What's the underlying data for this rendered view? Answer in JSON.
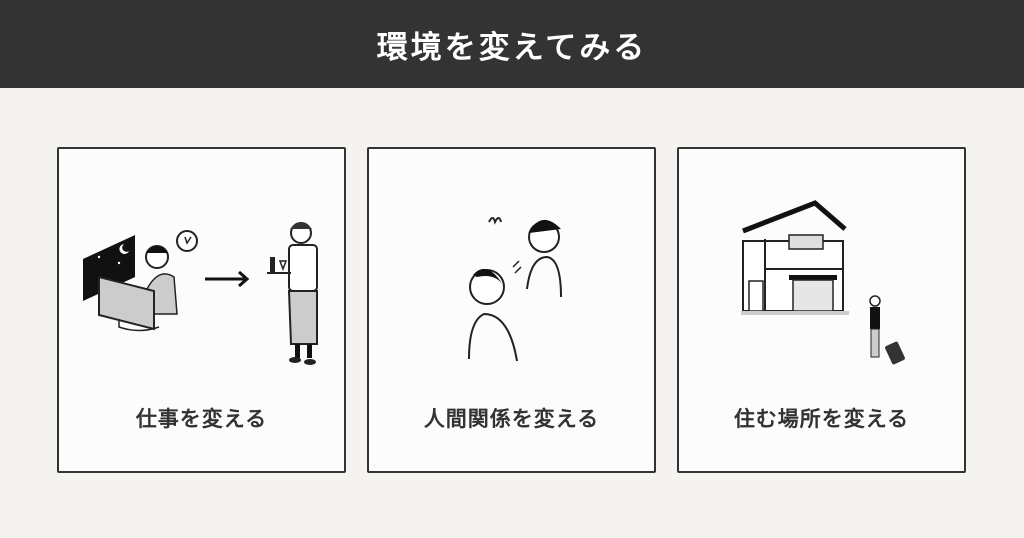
{
  "header": {
    "title": "環境を変えてみる"
  },
  "cards": [
    {
      "label": "仕事を変える",
      "illustration": "office-worker-to-waiter"
    },
    {
      "label": "人間関係を変える",
      "illustration": "two-people-awkward"
    },
    {
      "label": "住む場所を変える",
      "illustration": "house-and-traveler"
    }
  ],
  "colors": {
    "header_bg": "#333333",
    "page_bg": "#f4f3f0",
    "card_bg": "#fcfcfc",
    "border": "#333333"
  }
}
